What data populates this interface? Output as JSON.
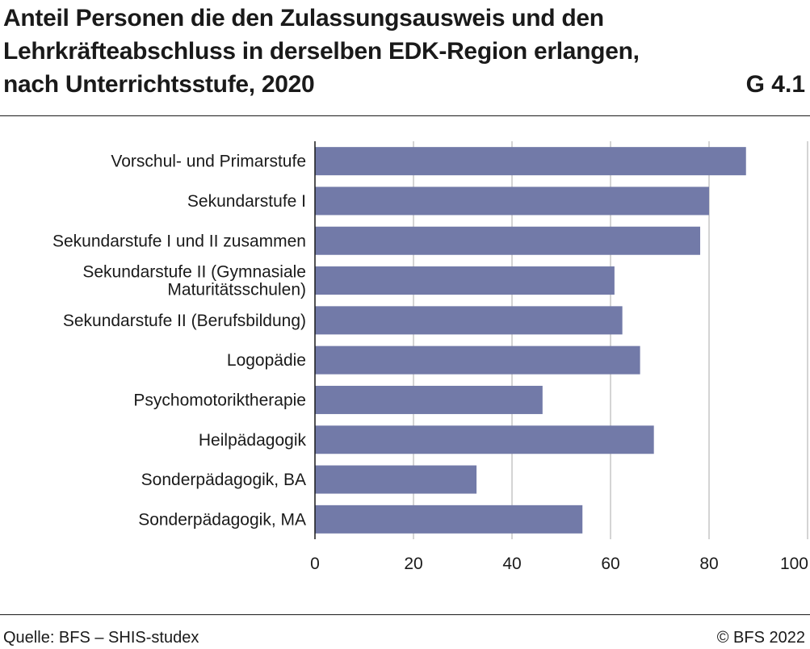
{
  "header": {
    "title_lines": [
      "Anteil Personen die den Zulassungsausweis und den",
      "Lehrkräfteabschluss in derselben EDK-Region erlangen,",
      "nach Unterrichtsstufe, 2020"
    ],
    "graphic_number": "G 4.1"
  },
  "footer": {
    "source": "Quelle: BFS – SHIS-studex",
    "copyright": "© BFS 2022"
  },
  "colors": {
    "bar": "#727aa8",
    "grid": "#d4d4d4",
    "axis": "#1a1a1a",
    "text": "#1a1a1a"
  },
  "chart_data": {
    "type": "bar",
    "orientation": "horizontal",
    "categories": [
      [
        "Vorschul- und Primarstufe"
      ],
      [
        "Sekundarstufe I"
      ],
      [
        "Sekundarstufe I und II zusammen"
      ],
      [
        "Sekundarstufe II (Gymnasiale",
        "Maturitätsschulen)"
      ],
      [
        "Sekundarstufe II (Berufsbildung)"
      ],
      [
        "Logopädie"
      ],
      [
        "Psychomotoriktherapie"
      ],
      [
        "Heilpädagogik"
      ],
      [
        "Sonderpädagogik, BA"
      ],
      [
        "Sonderpädagogik, MA"
      ]
    ],
    "values": [
      87.5,
      80,
      78.2,
      60.8,
      62.4,
      66,
      46.2,
      68.8,
      32.8,
      54.3
    ],
    "xlim": [
      0,
      100
    ],
    "xticks": [
      0,
      20,
      40,
      60,
      80,
      100
    ],
    "grid": true,
    "xlabel": "",
    "ylabel": ""
  }
}
